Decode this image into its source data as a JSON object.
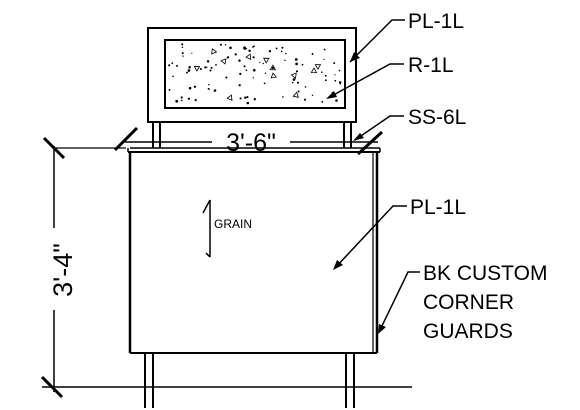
{
  "callouts": {
    "pl_top": "PL-1L",
    "r_1l": "R-1L",
    "ss_6l": "SS-6L",
    "pl_body": "PL-1L",
    "guards_line1": "BK CUSTOM",
    "guards_line2": "CORNER",
    "guards_line3": "GUARDS"
  },
  "dimensions": {
    "width": "3'-6\"",
    "height": "3'-4\""
  },
  "grain_label": "GRAIN",
  "colors": {
    "line": "#000000",
    "background": "#ffffff"
  }
}
